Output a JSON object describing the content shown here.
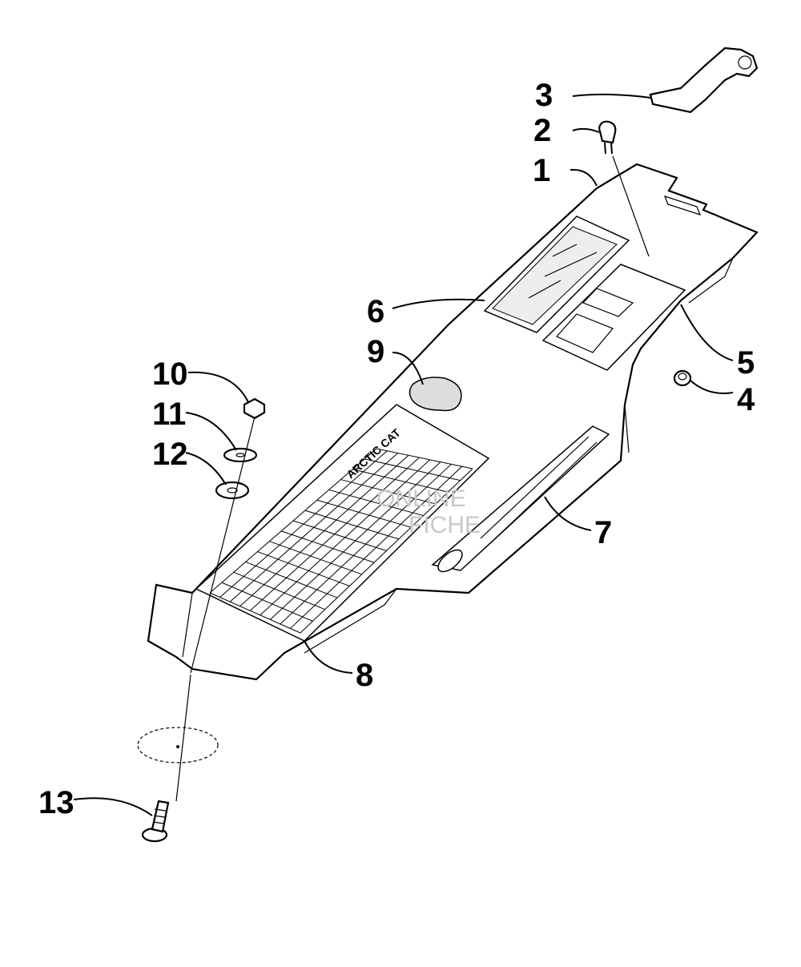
{
  "diagram": {
    "callouts": [
      {
        "id": "1",
        "label": "1"
      },
      {
        "id": "2",
        "label": "2"
      },
      {
        "id": "3",
        "label": "3"
      },
      {
        "id": "4",
        "label": "4"
      },
      {
        "id": "5",
        "label": "5"
      },
      {
        "id": "6",
        "label": "6"
      },
      {
        "id": "7",
        "label": "7"
      },
      {
        "id": "8",
        "label": "8"
      },
      {
        "id": "9",
        "label": "9"
      },
      {
        "id": "10",
        "label": "10"
      },
      {
        "id": "11",
        "label": "11"
      },
      {
        "id": "12",
        "label": "12"
      },
      {
        "id": "13",
        "label": "13"
      }
    ],
    "decal_text": {
      "brand": "ARCTIC CAT"
    },
    "watermark": [
      "ONLINE",
      "FICHE"
    ]
  }
}
